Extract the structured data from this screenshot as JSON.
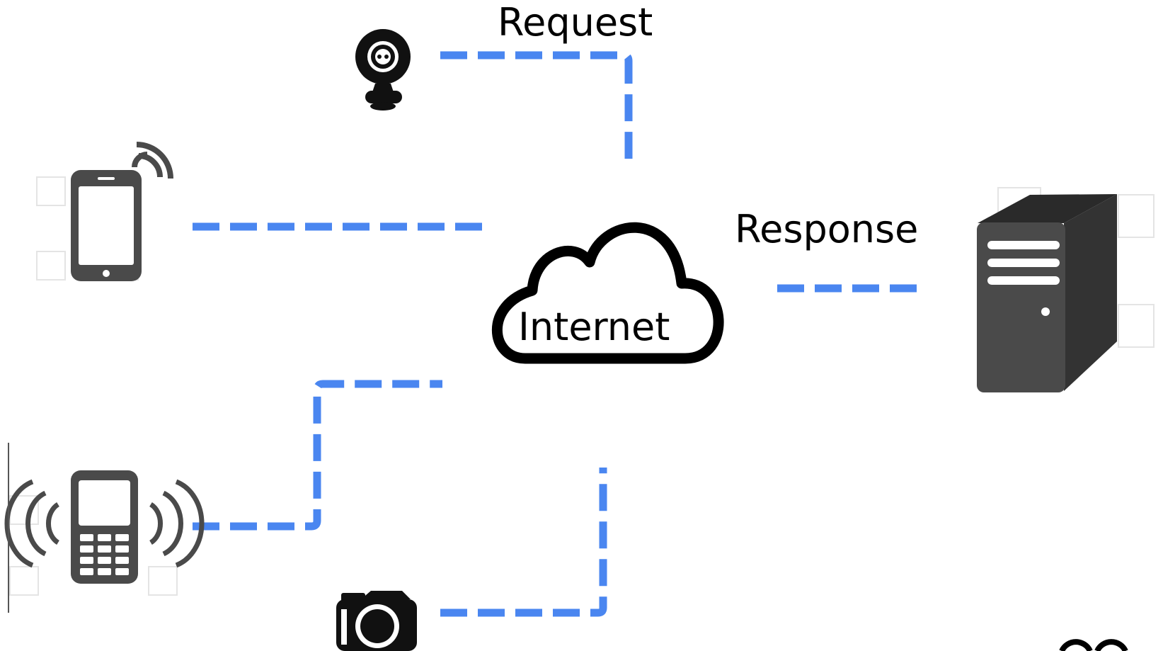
{
  "labels": {
    "request": "Request",
    "response": "Response",
    "internet": "Internet"
  },
  "colors": {
    "connection": "#4a86f0",
    "icon_dark": "#111111",
    "icon_gray": "#4a4a4a",
    "cloud_stroke": "#000000"
  },
  "icons": {
    "webcam": "webcam-icon",
    "smartphone": "smartphone-icon",
    "cell_phone": "cell-phone-icon",
    "camera": "camera-icon",
    "cloud": "cloud-icon",
    "server": "server-tower-icon"
  }
}
